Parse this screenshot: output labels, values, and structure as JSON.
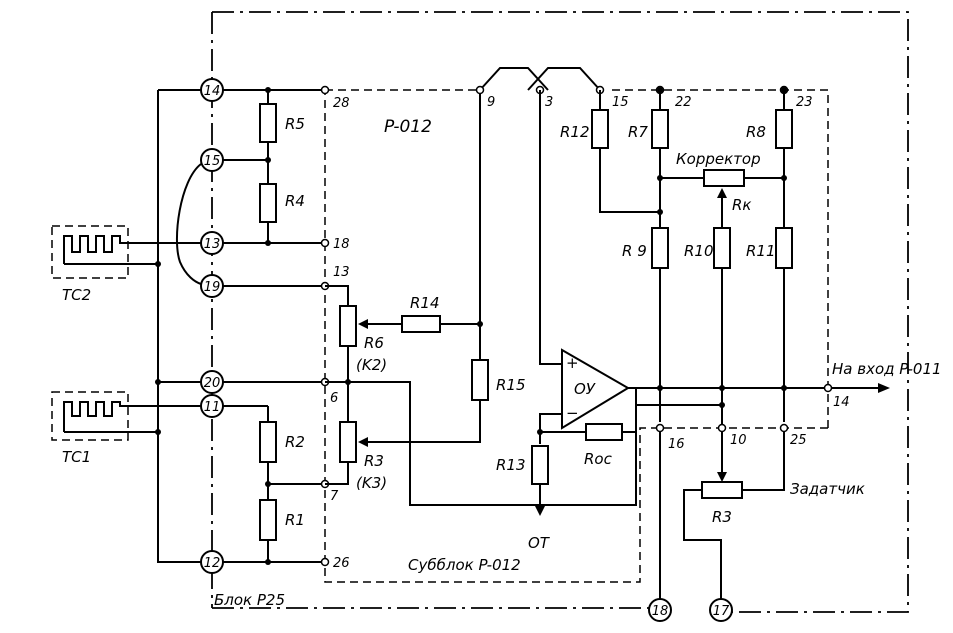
{
  "block_label": "Блок P25",
  "subblock": {
    "title": "P-012",
    "caption": "Субблок P-012"
  },
  "terminals": {
    "t14": "14",
    "t15": "15",
    "t13": "13",
    "t19": "19",
    "t20": "20",
    "t11": "11",
    "t12": "12",
    "t18": "18",
    "t17": "17"
  },
  "pins": {
    "p28": "28",
    "p18": "18",
    "p13": "13",
    "p6": "6",
    "p7": "7",
    "p26": "26",
    "p9": "9",
    "p3": "3",
    "p15": "15",
    "p22": "22",
    "p23": "23",
    "p16": "16",
    "p10": "10",
    "p25": "25",
    "p14": "14"
  },
  "resistors": {
    "r5": "R5",
    "r4": "R4",
    "r2": "R2",
    "r1": "R1",
    "r14": "R14",
    "r15": "R15",
    "r13": "R13",
    "r12": "R12",
    "r7": "R7",
    "r8": "R8",
    "r9": "R 9",
    "r10": "R10",
    "r11": "R11",
    "roc": "Roc",
    "rk": "Rк",
    "r3z": "R3"
  },
  "pots": {
    "r6": "R6",
    "k2": "(K2)",
    "r3": "R3",
    "k3": "(K3)"
  },
  "thermocouples": {
    "tc2": "TC2",
    "tc1": "TC1"
  },
  "opamp": {
    "name": "ОУ",
    "plus": "+",
    "minus": "−"
  },
  "labels": {
    "korrektor": "Корректор",
    "zadatchik": "Задатчик",
    "output": "На вход P-011",
    "ot": "OT"
  }
}
